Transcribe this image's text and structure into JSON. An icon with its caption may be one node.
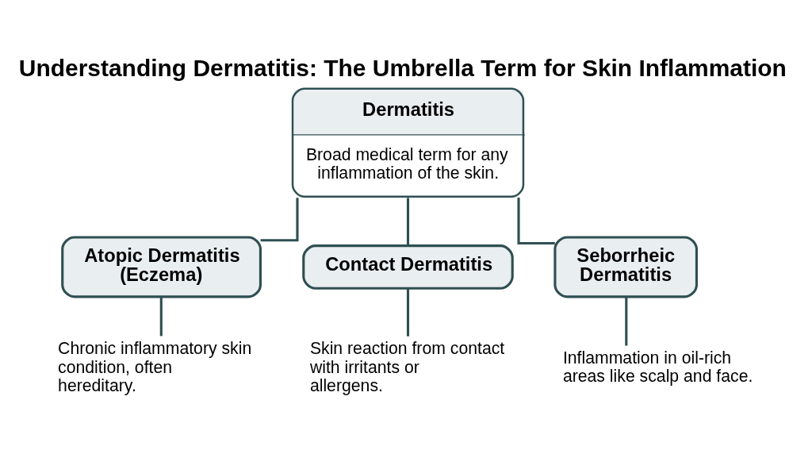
{
  "diagram": {
    "title": "Understanding Dermatitis: The Umbrella Term for Skin Inflammation",
    "nodes": [
      {
        "text": [
          "Dermatitis",
          "Broad medical term for any inflammation of the skin."
        ]
      },
      {
        "text": [
          "Atopic Dermatitis (Eczema)"
        ]
      },
      {
        "text": [
          "Contact Dermatitis"
        ]
      },
      {
        "text": [
          "Seborrheic Dermatitis"
        ]
      },
      {
        "text": [
          "Chronic inflammatory skin condition, often hereditary."
        ]
      },
      {
        "text": [
          "Skin reaction from contact with irritants or allergens."
        ]
      },
      {
        "text": [
          "Inflammation in oil-rich areas like scalp and face."
        ]
      }
    ],
    "edges": [
      {
        "from": 0,
        "to": 1,
        "arrow": "none"
      },
      {
        "from": 0,
        "to": 2,
        "arrow": "none"
      },
      {
        "from": 0,
        "to": 3,
        "arrow": "none"
      },
      {
        "from": 1,
        "to": 4,
        "arrow": "none"
      },
      {
        "from": 2,
        "to": 5,
        "arrow": "none"
      },
      {
        "from": 3,
        "to": 6,
        "arrow": "none"
      }
    ]
  }
}
